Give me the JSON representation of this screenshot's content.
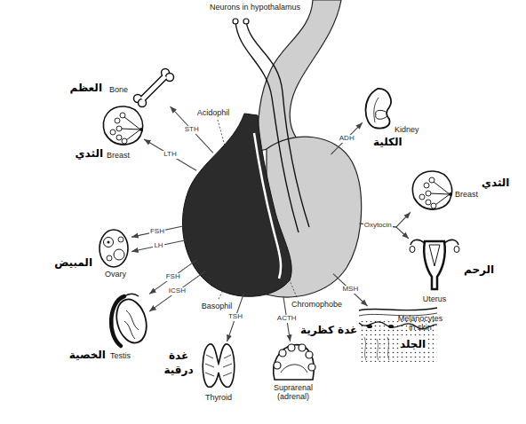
{
  "diagram": {
    "nodes": [
      {
        "text": [
          "Neurons in hypothalamus",
          "Acidophil",
          "Basophil",
          "Chromophobe"
        ]
      },
      {
        "text": [
          "Bone",
          "العظم"
        ]
      },
      {
        "text": [
          "Breast",
          "الثدي"
        ]
      },
      {
        "text": [
          "Ovary",
          "المبيض"
        ]
      },
      {
        "text": [
          "Testis",
          "الخصية"
        ]
      },
      {
        "text": [
          "Thyroid",
          "غدة درقية"
        ]
      },
      {
        "text": [
          "Suprarenal (adrenal)",
          "غدة كظرية"
        ]
      },
      {
        "text": [
          "Melanocytes in skin",
          "الجلد"
        ]
      },
      {
        "text": [
          "Uterus",
          "الرحم"
        ]
      },
      {
        "text": [
          "Breast",
          "الثدي"
        ]
      },
      {
        "text": [
          "Kidney",
          "الكلية"
        ]
      }
    ],
    "edges": [
      {
        "from": 0,
        "to": 1,
        "label": "STH",
        "arrow": "to"
      },
      {
        "from": 0,
        "to": 2,
        "label": "LTH",
        "arrow": "to"
      },
      {
        "from": 0,
        "to": 3,
        "label": "FSH",
        "arrow": "to"
      },
      {
        "from": 0,
        "to": 3,
        "label": "LH",
        "arrow": "to"
      },
      {
        "from": 0,
        "to": 4,
        "label": "FSH",
        "arrow": "to"
      },
      {
        "from": 0,
        "to": 4,
        "label": "ICSH",
        "arrow": "to"
      },
      {
        "from": 0,
        "to": 5,
        "label": "TSH",
        "arrow": "to"
      },
      {
        "from": 0,
        "to": 6,
        "label": "ACTH",
        "arrow": "to"
      },
      {
        "from": 0,
        "to": 7,
        "label": "MSH",
        "arrow": "to"
      },
      {
        "from": 0,
        "to": 10,
        "label": "ADH",
        "arrow": "to"
      },
      {
        "from": 0,
        "to": 9,
        "label": "Oxytocin",
        "arrow": "to"
      },
      {
        "from": 0,
        "to": 8,
        "arrow": "to"
      }
    ]
  }
}
